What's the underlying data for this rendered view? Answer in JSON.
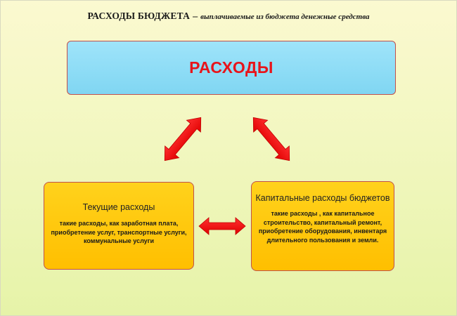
{
  "header": {
    "bold": "РАСХОДЫ БЮДЖЕТА",
    "dash": "–",
    "definition": "выплачиваемые из бюджета денежные средства"
  },
  "main": {
    "label": "РАСХОДЫ"
  },
  "current": {
    "title": "Текущие расходы",
    "description": "такие расходы, как заработная плата, приобретение услуг, транспортные услуги, коммунальные услуги"
  },
  "capital": {
    "title": "Капитальные расходы бюджетов",
    "description": "такие расходы , как капитальное строительство, капитальный ремонт, приобретение оборудования, инвентаря длительного пользования и земли."
  },
  "colors": {
    "background": "#f2f7c0",
    "main_box": "#8fdcf5",
    "main_text": "#e8141a",
    "sub_box": "#ffc90e",
    "border": "#c0504d",
    "arrow": "#ff1a1a"
  },
  "arrows": [
    "double-arrow-main-current",
    "double-arrow-main-capital",
    "double-arrow-current-capital"
  ]
}
